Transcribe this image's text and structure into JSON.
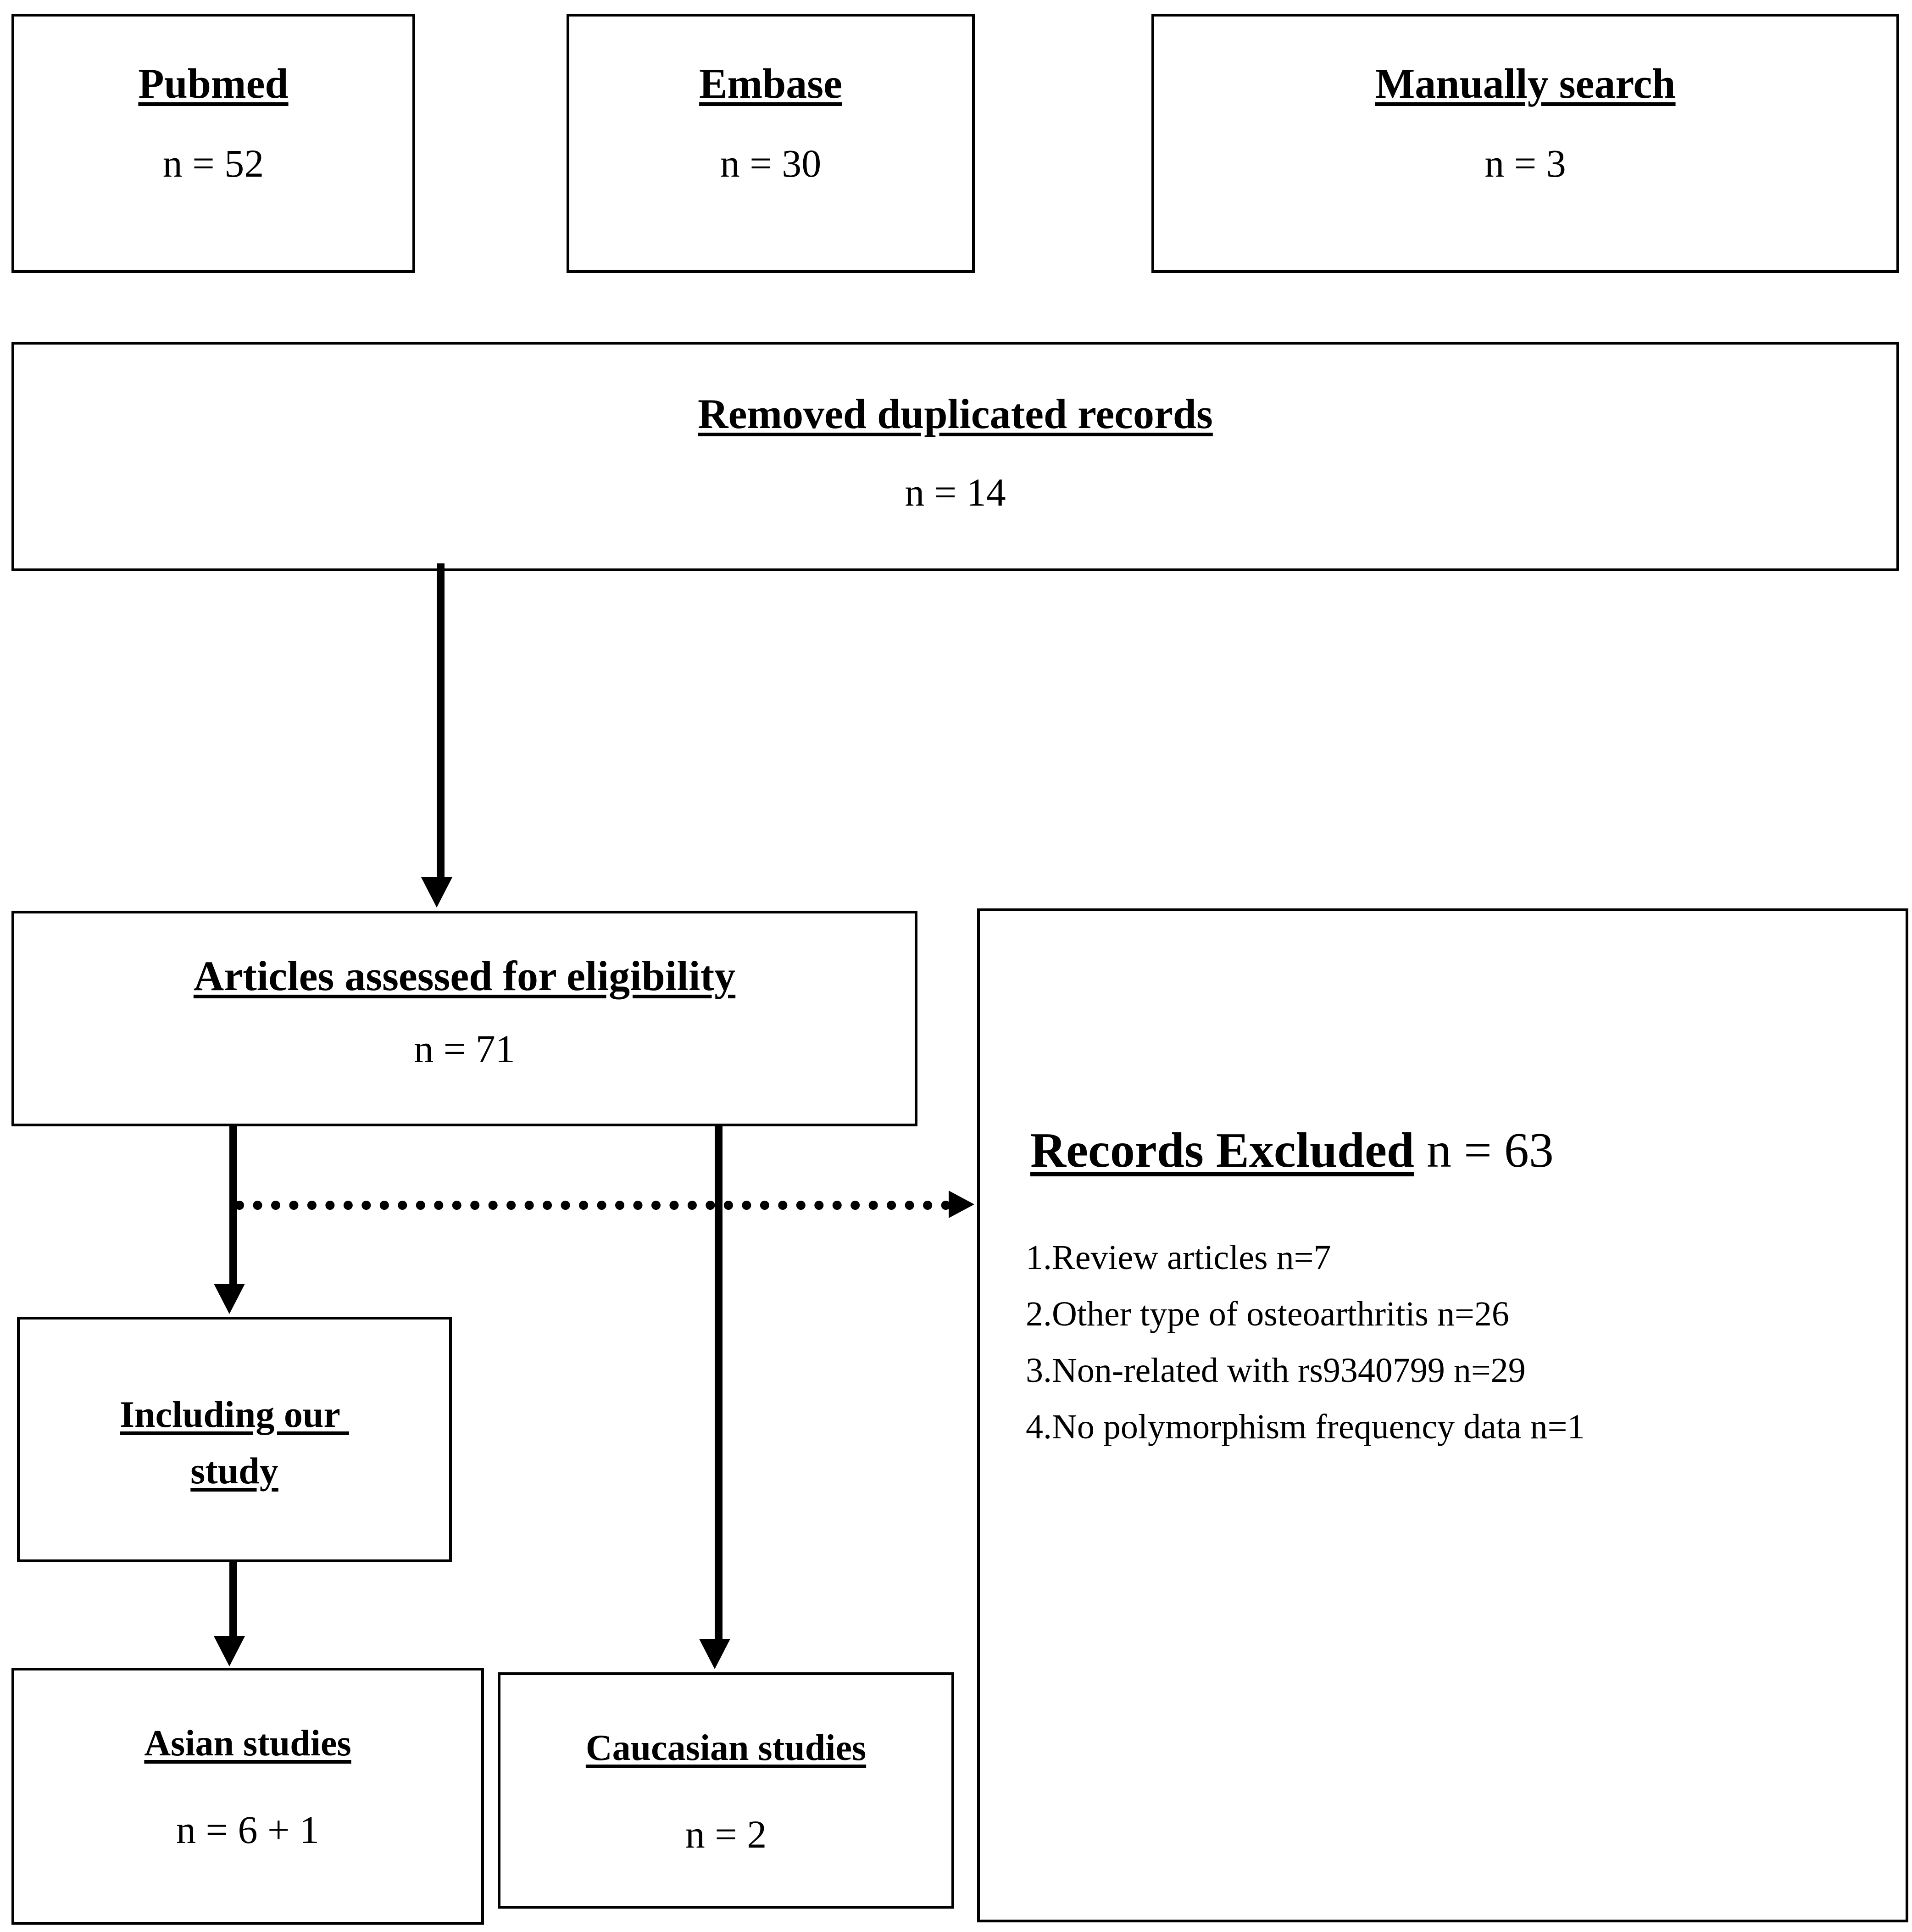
{
  "diagram": {
    "type": "prisma-flow-diagram",
    "nodes": {
      "pubmed": {
        "title": "Pubmed",
        "count": "n = 52"
      },
      "embase": {
        "title": "Embase",
        "count": "n = 30"
      },
      "manual": {
        "title": "Manually search",
        "count": "n = 3"
      },
      "duplicates": {
        "title": "Removed duplicated records",
        "count": "n = 14"
      },
      "eligibility": {
        "title": "Articles assessed for eligibility",
        "count": "n = 71"
      },
      "including": {
        "title_line1": "Including our ",
        "title_line2": "study"
      },
      "asian": {
        "title": "Asian studies",
        "count": "n = 6 + 1"
      },
      "caucasian": {
        "title": "Caucasian studies",
        "count": "n = 2"
      },
      "excluded": {
        "heading_label": "Records Excluded",
        "heading_count": " n = 63",
        "reasons": [
          "1.Review articles n=7",
          "2.Other type of osteoarthritis n=26",
          "3.Non-related with rs9340799 n=29",
          "4.No polymorphism frequency data n=1"
        ]
      }
    },
    "colors": {
      "stroke": "#000000",
      "fill": "#ffffff",
      "text": "#000000"
    }
  }
}
